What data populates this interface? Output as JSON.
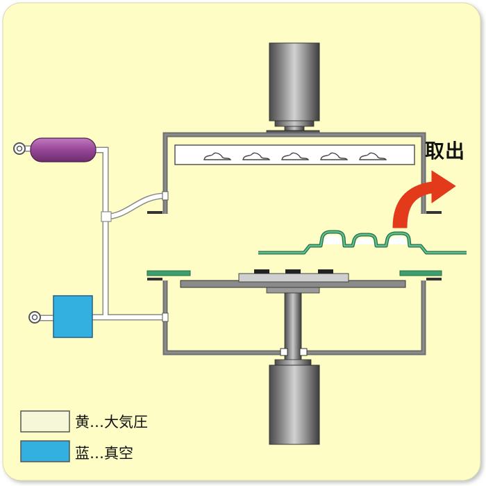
{
  "labels": {
    "take_out": "取出"
  },
  "legend": [
    {
      "text": "黄…大気圧",
      "color": "#f5f7d8"
    },
    {
      "text": "蓝…真空",
      "color": "#33b0e0"
    }
  ],
  "colors": {
    "background_panel": "#fdfdc5",
    "chamber_wall": "#6d6d6d",
    "pipe": "#ffffff",
    "cylinder_tank": "#9a4a9a",
    "pump_box": "#33b0e0",
    "film": "#3e9e6e",
    "arrow": "#e23a1a"
  }
}
